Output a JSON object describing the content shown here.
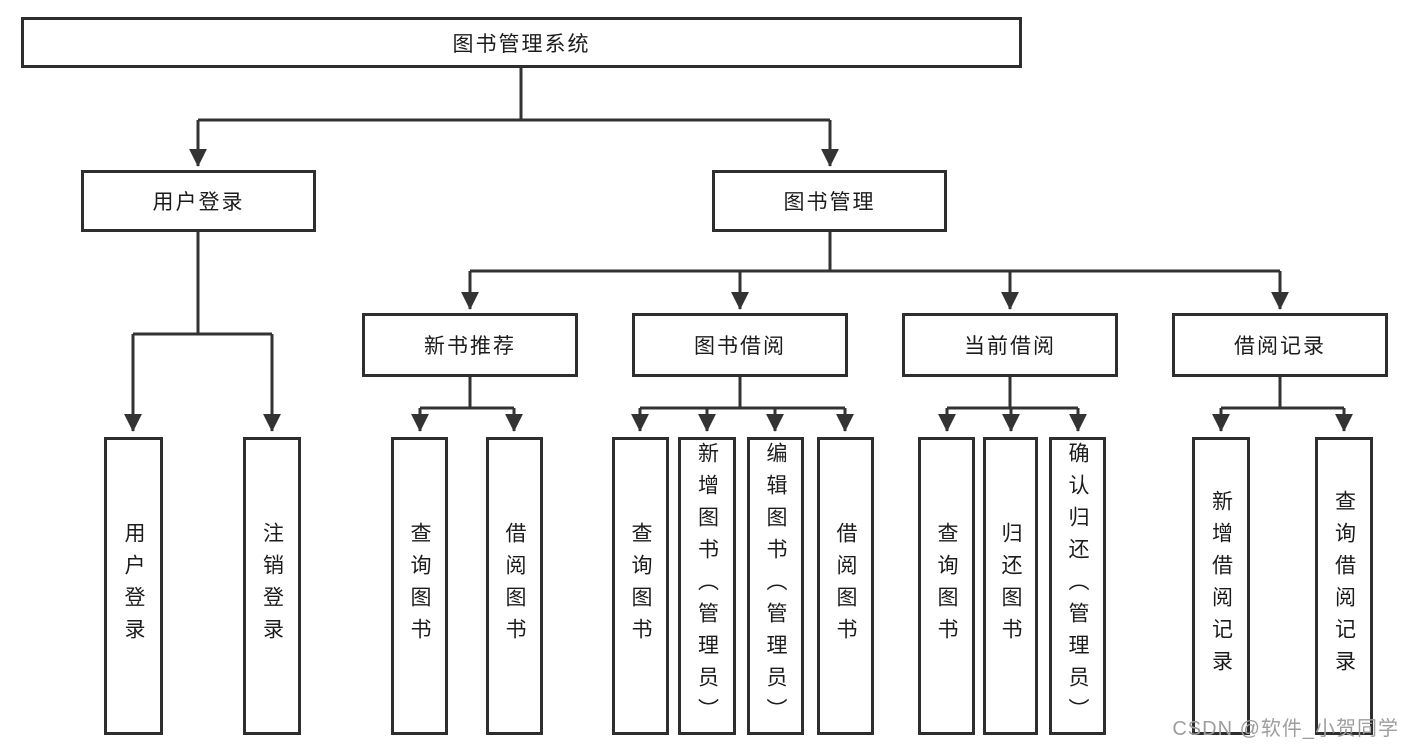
{
  "diagram": {
    "root": {
      "label": "图书管理系统"
    },
    "level2": [
      {
        "id": "user-login",
        "label": "用户登录"
      },
      {
        "id": "book-management",
        "label": "图书管理"
      }
    ],
    "level3": [
      {
        "id": "new-book-recommend",
        "label": "新书推荐",
        "parent": "图书管理"
      },
      {
        "id": "book-borrowing",
        "label": "图书借阅",
        "parent": "图书管理"
      },
      {
        "id": "current-borrowing",
        "label": "当前借阅",
        "parent": "图书管理"
      },
      {
        "id": "borrowing-records",
        "label": "借阅记录",
        "parent": "图书管理"
      }
    ],
    "leaves": [
      {
        "label": "用户登录",
        "parent": "用户登录"
      },
      {
        "label": "注销登录",
        "parent": "用户登录"
      },
      {
        "label": "查询图书",
        "parent": "新书推荐"
      },
      {
        "label": "借阅图书",
        "parent": "新书推荐"
      },
      {
        "label": "查询图书",
        "parent": "图书借阅"
      },
      {
        "label": "新增图书（管理员）",
        "parent": "图书借阅"
      },
      {
        "label": "编辑图书（管理员）",
        "parent": "图书借阅"
      },
      {
        "label": "借阅图书",
        "parent": "图书借阅"
      },
      {
        "label": "查询图书",
        "parent": "当前借阅"
      },
      {
        "label": "归还图书",
        "parent": "当前借阅"
      },
      {
        "label": "确认归还（管理员）",
        "parent": "当前借阅"
      },
      {
        "label": "新增借阅记录",
        "parent": "借阅记录"
      },
      {
        "label": "查询借阅记录",
        "parent": "借阅记录"
      }
    ],
    "colors": {
      "line": "#333333",
      "box_border": "#2e2e2e",
      "text": "#1c1c1c",
      "background": "#ffffff",
      "watermark": "#9e9e9e"
    }
  },
  "watermark": {
    "text": "CSDN @软件_小贺同学"
  }
}
